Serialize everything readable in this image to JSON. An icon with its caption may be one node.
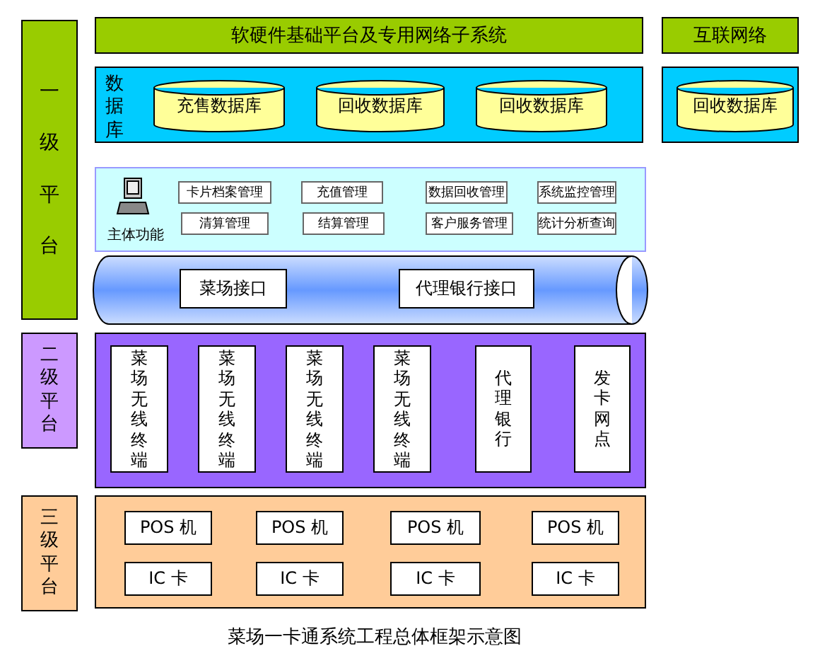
{
  "diagram": {
    "caption": "菜场一卡通系统工程总体框架示意图",
    "nodes": [
      {
        "text": [
          "一级平台"
        ]
      },
      {
        "text": [
          "软硬件基础平台及专用网络子系统"
        ]
      },
      {
        "text": [
          "互联网络"
        ]
      },
      {
        "text": [
          "数据库"
        ]
      },
      {
        "text": [
          "充售数据库"
        ],
        "in": 3
      },
      {
        "text": [
          "回收数据库"
        ],
        "in": 3
      },
      {
        "text": [
          "回收数据库"
        ],
        "in": 3
      },
      {
        "text": [],
        "shape": "box"
      },
      {
        "text": [
          "回收数据库"
        ],
        "in": 7
      },
      {
        "text": [
          "主体功能"
        ]
      },
      {
        "text": [
          "卡片档案管理"
        ],
        "in": 9
      },
      {
        "text": [
          "充值管理"
        ],
        "in": 9
      },
      {
        "text": [
          "数据回收管理"
        ],
        "in": 9
      },
      {
        "text": [
          "系统监控管理"
        ],
        "in": 9
      },
      {
        "text": [
          "清算管理"
        ],
        "in": 9
      },
      {
        "text": [
          "结算管理"
        ],
        "in": 9
      },
      {
        "text": [
          "客户服务管理"
        ],
        "in": 9
      },
      {
        "text": [
          "统计分析查询"
        ],
        "in": 9
      },
      {
        "text": [],
        "shape": "cylinder"
      },
      {
        "text": [
          "菜场接口"
        ],
        "in": 18
      },
      {
        "text": [
          "代理银行接口"
        ],
        "in": 18
      },
      {
        "text": [
          "二级平台"
        ]
      },
      {
        "text": [],
        "shape": "box"
      },
      {
        "text": [
          "菜场无线终端"
        ],
        "in": 22
      },
      {
        "text": [
          "菜场无线终端"
        ],
        "in": 22
      },
      {
        "text": [
          "菜场无线终端"
        ],
        "in": 22
      },
      {
        "text": [
          "菜场无线终端"
        ],
        "in": 22
      },
      {
        "text": [
          "代理银行"
        ],
        "in": 22
      },
      {
        "text": [
          "发卡网点"
        ],
        "in": 22
      },
      {
        "text": [
          "三级平台"
        ]
      },
      {
        "text": [],
        "shape": "box"
      },
      {
        "text": [
          "POS 机"
        ],
        "in": 30
      },
      {
        "text": [
          "POS 机"
        ],
        "in": 30
      },
      {
        "text": [
          "POS 机"
        ],
        "in": 30
      },
      {
        "text": [
          "POS 机"
        ],
        "in": 30
      },
      {
        "text": [
          "IC 卡"
        ],
        "in": 30
      },
      {
        "text": [
          "IC 卡"
        ],
        "in": 30
      },
      {
        "text": [
          "IC 卡"
        ],
        "in": 30
      },
      {
        "text": [
          "IC 卡"
        ],
        "in": 30
      }
    ]
  }
}
